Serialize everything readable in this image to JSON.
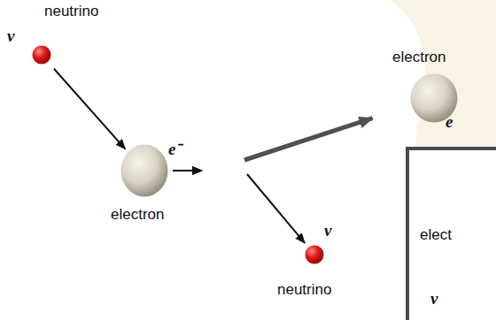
{
  "diagram": {
    "nodes": [
      {
        "text": [
          "neutrino",
          "v"
        ]
      },
      {
        "text": [
          "e⁻",
          "electron"
        ]
      },
      {
        "text": [
          "electron",
          "e"
        ]
      },
      {
        "text": [
          "v",
          "neutrino"
        ]
      },
      {
        "text": [
          "elect",
          "v"
        ]
      }
    ],
    "edges": [
      {
        "from": 0,
        "to": 1,
        "arrow": "to"
      },
      {
        "from": 1,
        "to": 2,
        "arrow": "to"
      },
      {
        "from": 1,
        "to": 3,
        "arrow": "to"
      }
    ]
  }
}
